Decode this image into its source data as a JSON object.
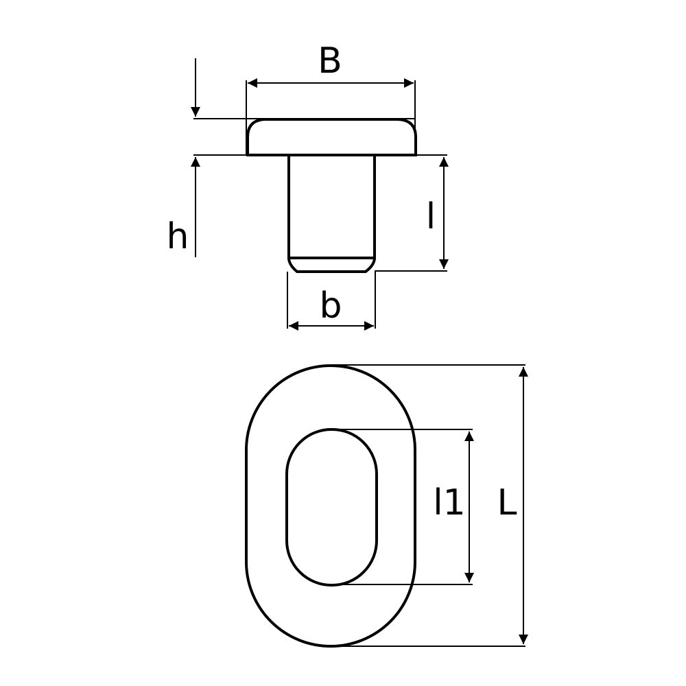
{
  "diagram": {
    "title": "Slotted rivet / eyelet technical drawing",
    "stroke_color": "#000000",
    "background": "#ffffff",
    "side_view": {
      "labels": {
        "B": "B",
        "h": "h",
        "l": "l",
        "b": "b"
      }
    },
    "top_view": {
      "labels": {
        "l1": "l1",
        "L": "L"
      }
    }
  }
}
